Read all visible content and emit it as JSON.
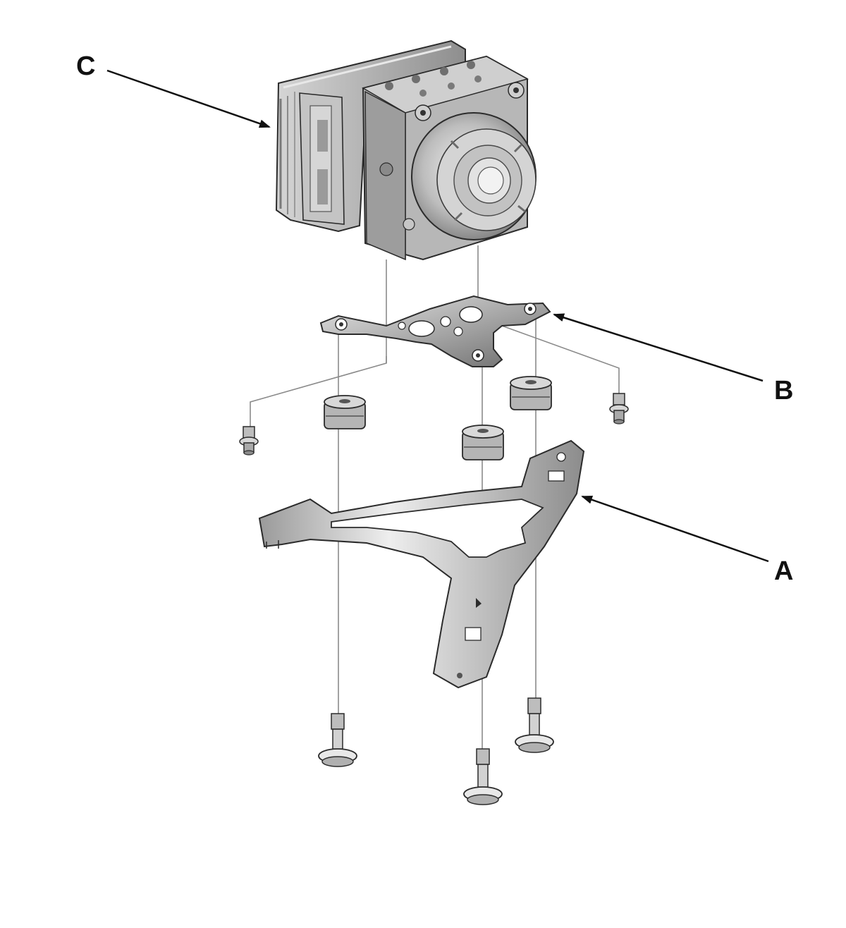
{
  "callouts": {
    "a": "A",
    "b": "B",
    "c": "C"
  },
  "colors": {
    "line": "#111111",
    "part_dark": "#6b6b6b",
    "part_mid": "#a8a8a8",
    "part_light": "#d9d9d9",
    "background": "#ffffff"
  }
}
